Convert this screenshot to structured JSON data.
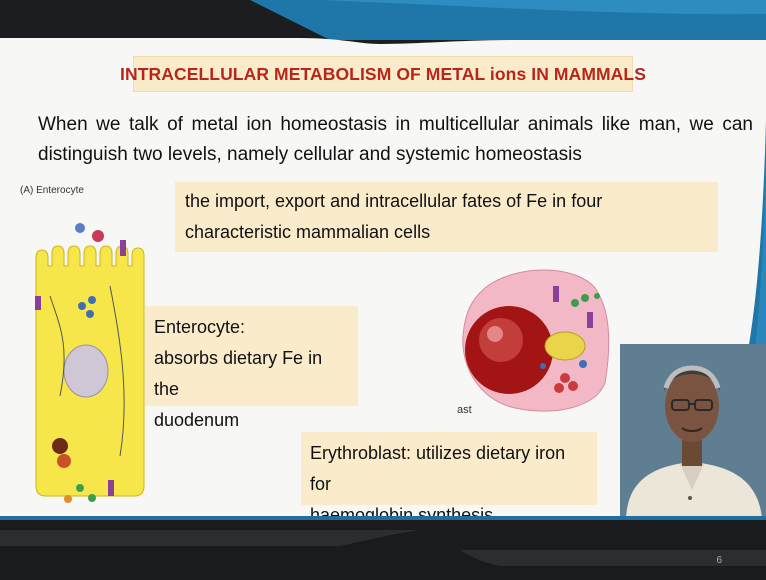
{
  "slide": {
    "title": "INTRACELLULAR METABOLISM OF METAL ions IN MAMMALS",
    "intro_text": "When we talk of metal ion homeostasis in multicellular animals like man, we can distinguish two levels, namely cellular and systemic homeostasis",
    "enterocyte_caption": "(A) Enterocyte",
    "import_export_note": "the import, export and intracellular fates of Fe in four characteristic mammalian cells",
    "enterocyte_note": {
      "line1": "Enterocyte:",
      "line2": "absorbs dietary Fe in the",
      "line3": "duodenum"
    },
    "erythroblast_note": {
      "line1": "Erythroblast: utilizes dietary iron for",
      "line2": "haemoglobin synthesis"
    },
    "erythroblast_label_fragment": "ast",
    "page_number": "6"
  },
  "colors": {
    "title_text": "#b8261b",
    "callout_bg": "#faeccb",
    "accent_blue": "#1f6fa0",
    "cell_yellow": "#f7e64a",
    "erythroblast_pink": "#f2b8c6",
    "nucleus_red": "#a31515"
  }
}
